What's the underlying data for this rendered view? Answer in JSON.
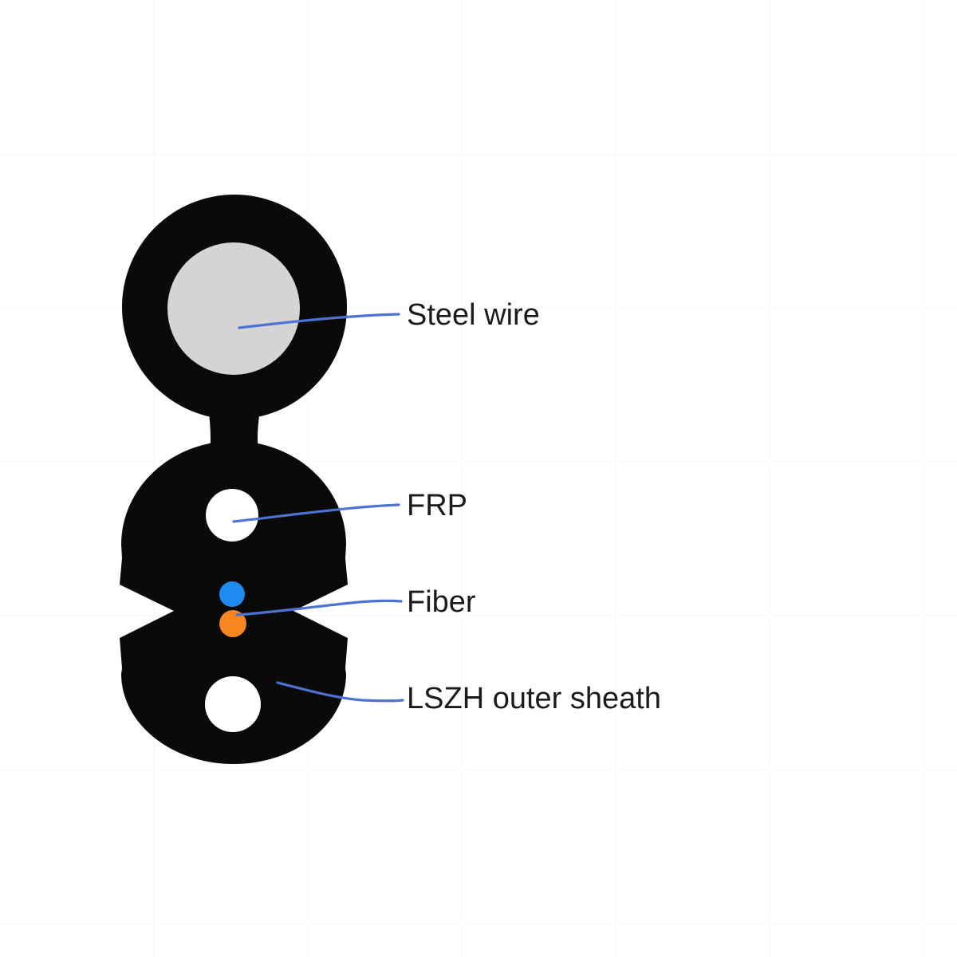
{
  "background": {
    "color": "#ffffff",
    "grid_line_color": "#fafafa"
  },
  "colors": {
    "sheath_black": "#0a0a0a",
    "steel_wire_gray": "#d4d4d6",
    "frp_white": "#ffffff",
    "fiber_blue": "#1e8bf0",
    "fiber_orange": "#f6861f",
    "leader_line_blue": "#4d72d1",
    "label_text": "#1b1b1b"
  },
  "labels": [
    {
      "id": "steel-wire",
      "text": "Steel wire"
    },
    {
      "id": "frp",
      "text": "FRP"
    },
    {
      "id": "fiber",
      "text": "Fiber"
    },
    {
      "id": "lszh-outer-sheath",
      "text": "LSZH outer sheath"
    }
  ]
}
